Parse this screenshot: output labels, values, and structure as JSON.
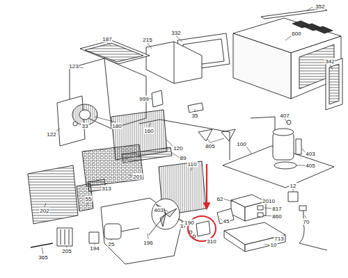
{
  "diagram": {
    "labels": [
      "352",
      "332",
      "215",
      "600",
      "187",
      "123",
      "342",
      "999",
      "35",
      "805",
      "407",
      "160",
      "33",
      "180",
      "122",
      "120",
      "100",
      "403",
      "405",
      "89",
      "110",
      "201",
      "313",
      "202",
      "55",
      "62",
      "2010",
      "817",
      "860",
      "45",
      "12",
      "70",
      "37",
      "310",
      "713",
      "10",
      "190",
      "403",
      "25",
      "194",
      "196",
      "205",
      "365"
    ]
  }
}
